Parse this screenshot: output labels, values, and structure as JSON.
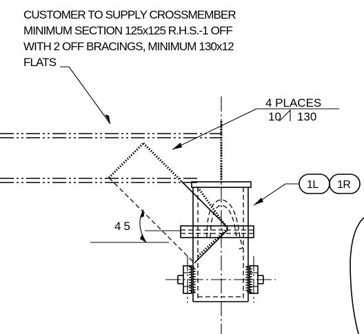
{
  "note": {
    "lines": [
      "CUSTOMER TO SUPPLY CROSSMEMBER",
      "MINIMUM SECTION 125x125 R.H.S.-1 OFF",
      "WITH 2 OFF BRACINGS, MINIMUM 130x12",
      "FLATS"
    ]
  },
  "weld_callout": {
    "places": "4 PLACES",
    "size": "10",
    "length": "130"
  },
  "angle": {
    "value": "45"
  },
  "balloons": [
    {
      "label": "1L"
    },
    {
      "label": "1R"
    }
  ]
}
